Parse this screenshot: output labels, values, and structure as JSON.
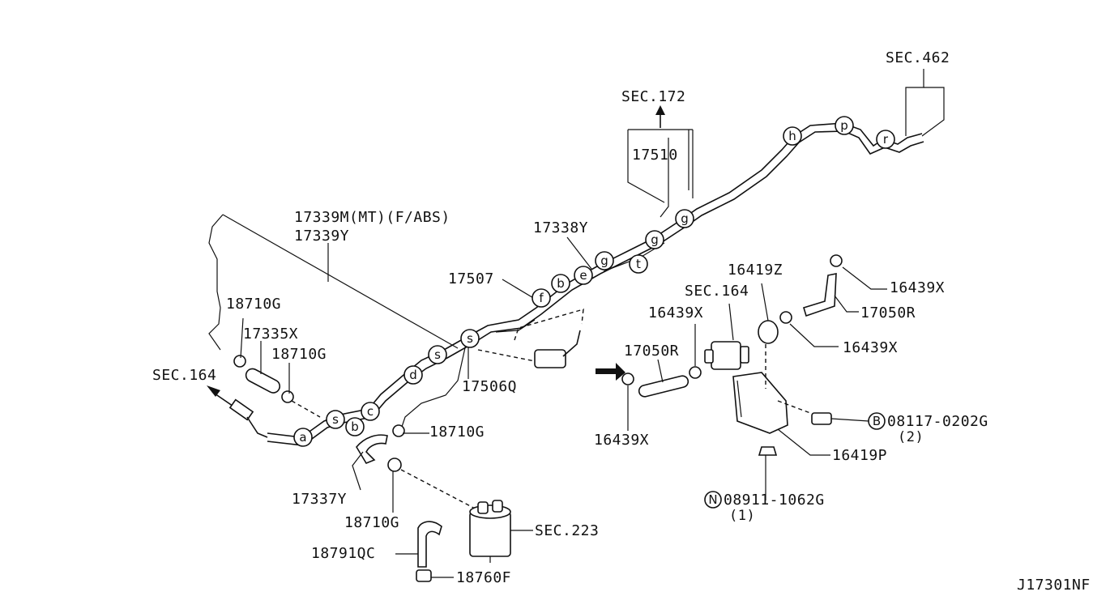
{
  "labels": {
    "sec462": "SEC.462",
    "sec172": "SEC.172",
    "p17510": "17510",
    "p17339m": "17339M(MT)(F/ABS)",
    "p17339y": "17339Y",
    "p17338y": "17338Y",
    "p17507": "17507",
    "p18710g_a": "18710G",
    "p17335x": "17335X",
    "p18710g_b": "18710G",
    "sec164_left": "SEC.164",
    "p17506q": "17506Q",
    "p18710g_c": "18710G",
    "p17337y": "17337Y",
    "p18710g_d": "18710G",
    "sec223": "SEC.223",
    "p18791qc": "18791QC",
    "p18760f": "18760F",
    "p16419z": "16419Z",
    "sec164_mid": "SEC.164",
    "p16439x_a": "16439X",
    "p17050r_a": "17050R",
    "p16439x_b": "16439X",
    "p16439x_c": "16439X",
    "p17050r_b": "17050R",
    "p16439x_d": "16439X",
    "bolt_circle": "B",
    "bolt_no": "08117-0202G",
    "bolt_qty": "(2)",
    "p16419p": "16419P",
    "nut_circle": "N",
    "nut_no": "08911-1062G",
    "nut_qty": "(1)",
    "diagram_id": "J17301NF"
  },
  "callouts": [
    "a",
    "b",
    "s",
    "c",
    "d",
    "s",
    "s",
    "f",
    "b",
    "e",
    "g",
    "t",
    "g",
    "g",
    "h",
    "p",
    "r"
  ]
}
